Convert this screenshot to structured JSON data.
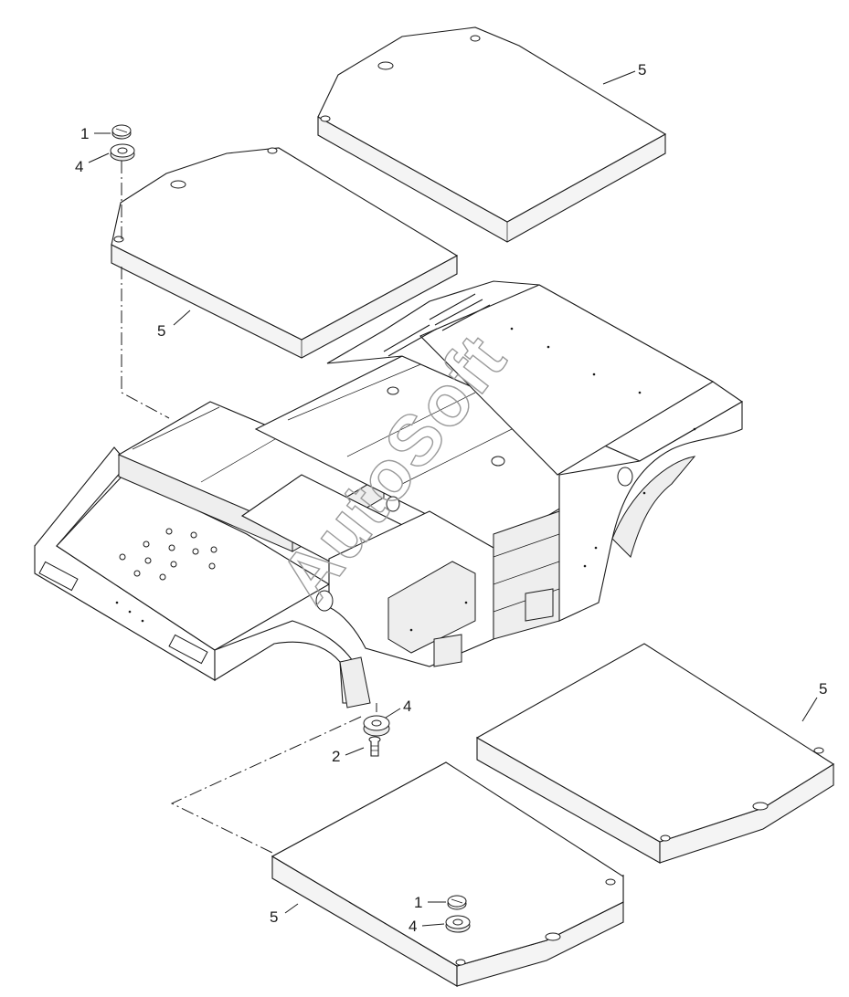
{
  "diagram": {
    "watermark": "AutoSoft",
    "callouts": [
      {
        "id": "c1-top",
        "label": "1"
      },
      {
        "id": "c4-top",
        "label": "4"
      },
      {
        "id": "c5-top-right",
        "label": "5"
      },
      {
        "id": "c5-top-left",
        "label": "5"
      },
      {
        "id": "c4-mid",
        "label": "4"
      },
      {
        "id": "c2-mid",
        "label": "2"
      },
      {
        "id": "c5-bottom-right",
        "label": "5"
      },
      {
        "id": "c5-bottom-left",
        "label": "5"
      },
      {
        "id": "c1-bottom",
        "label": "1"
      },
      {
        "id": "c4-bottom",
        "label": "4"
      }
    ],
    "parts": [
      {
        "name": "frame",
        "label": ""
      },
      {
        "name": "insulation-pad",
        "label": "5"
      },
      {
        "name": "nut",
        "label": "1"
      },
      {
        "name": "bolt",
        "label": "2"
      },
      {
        "name": "rubber-mount",
        "label": "4"
      }
    ]
  }
}
